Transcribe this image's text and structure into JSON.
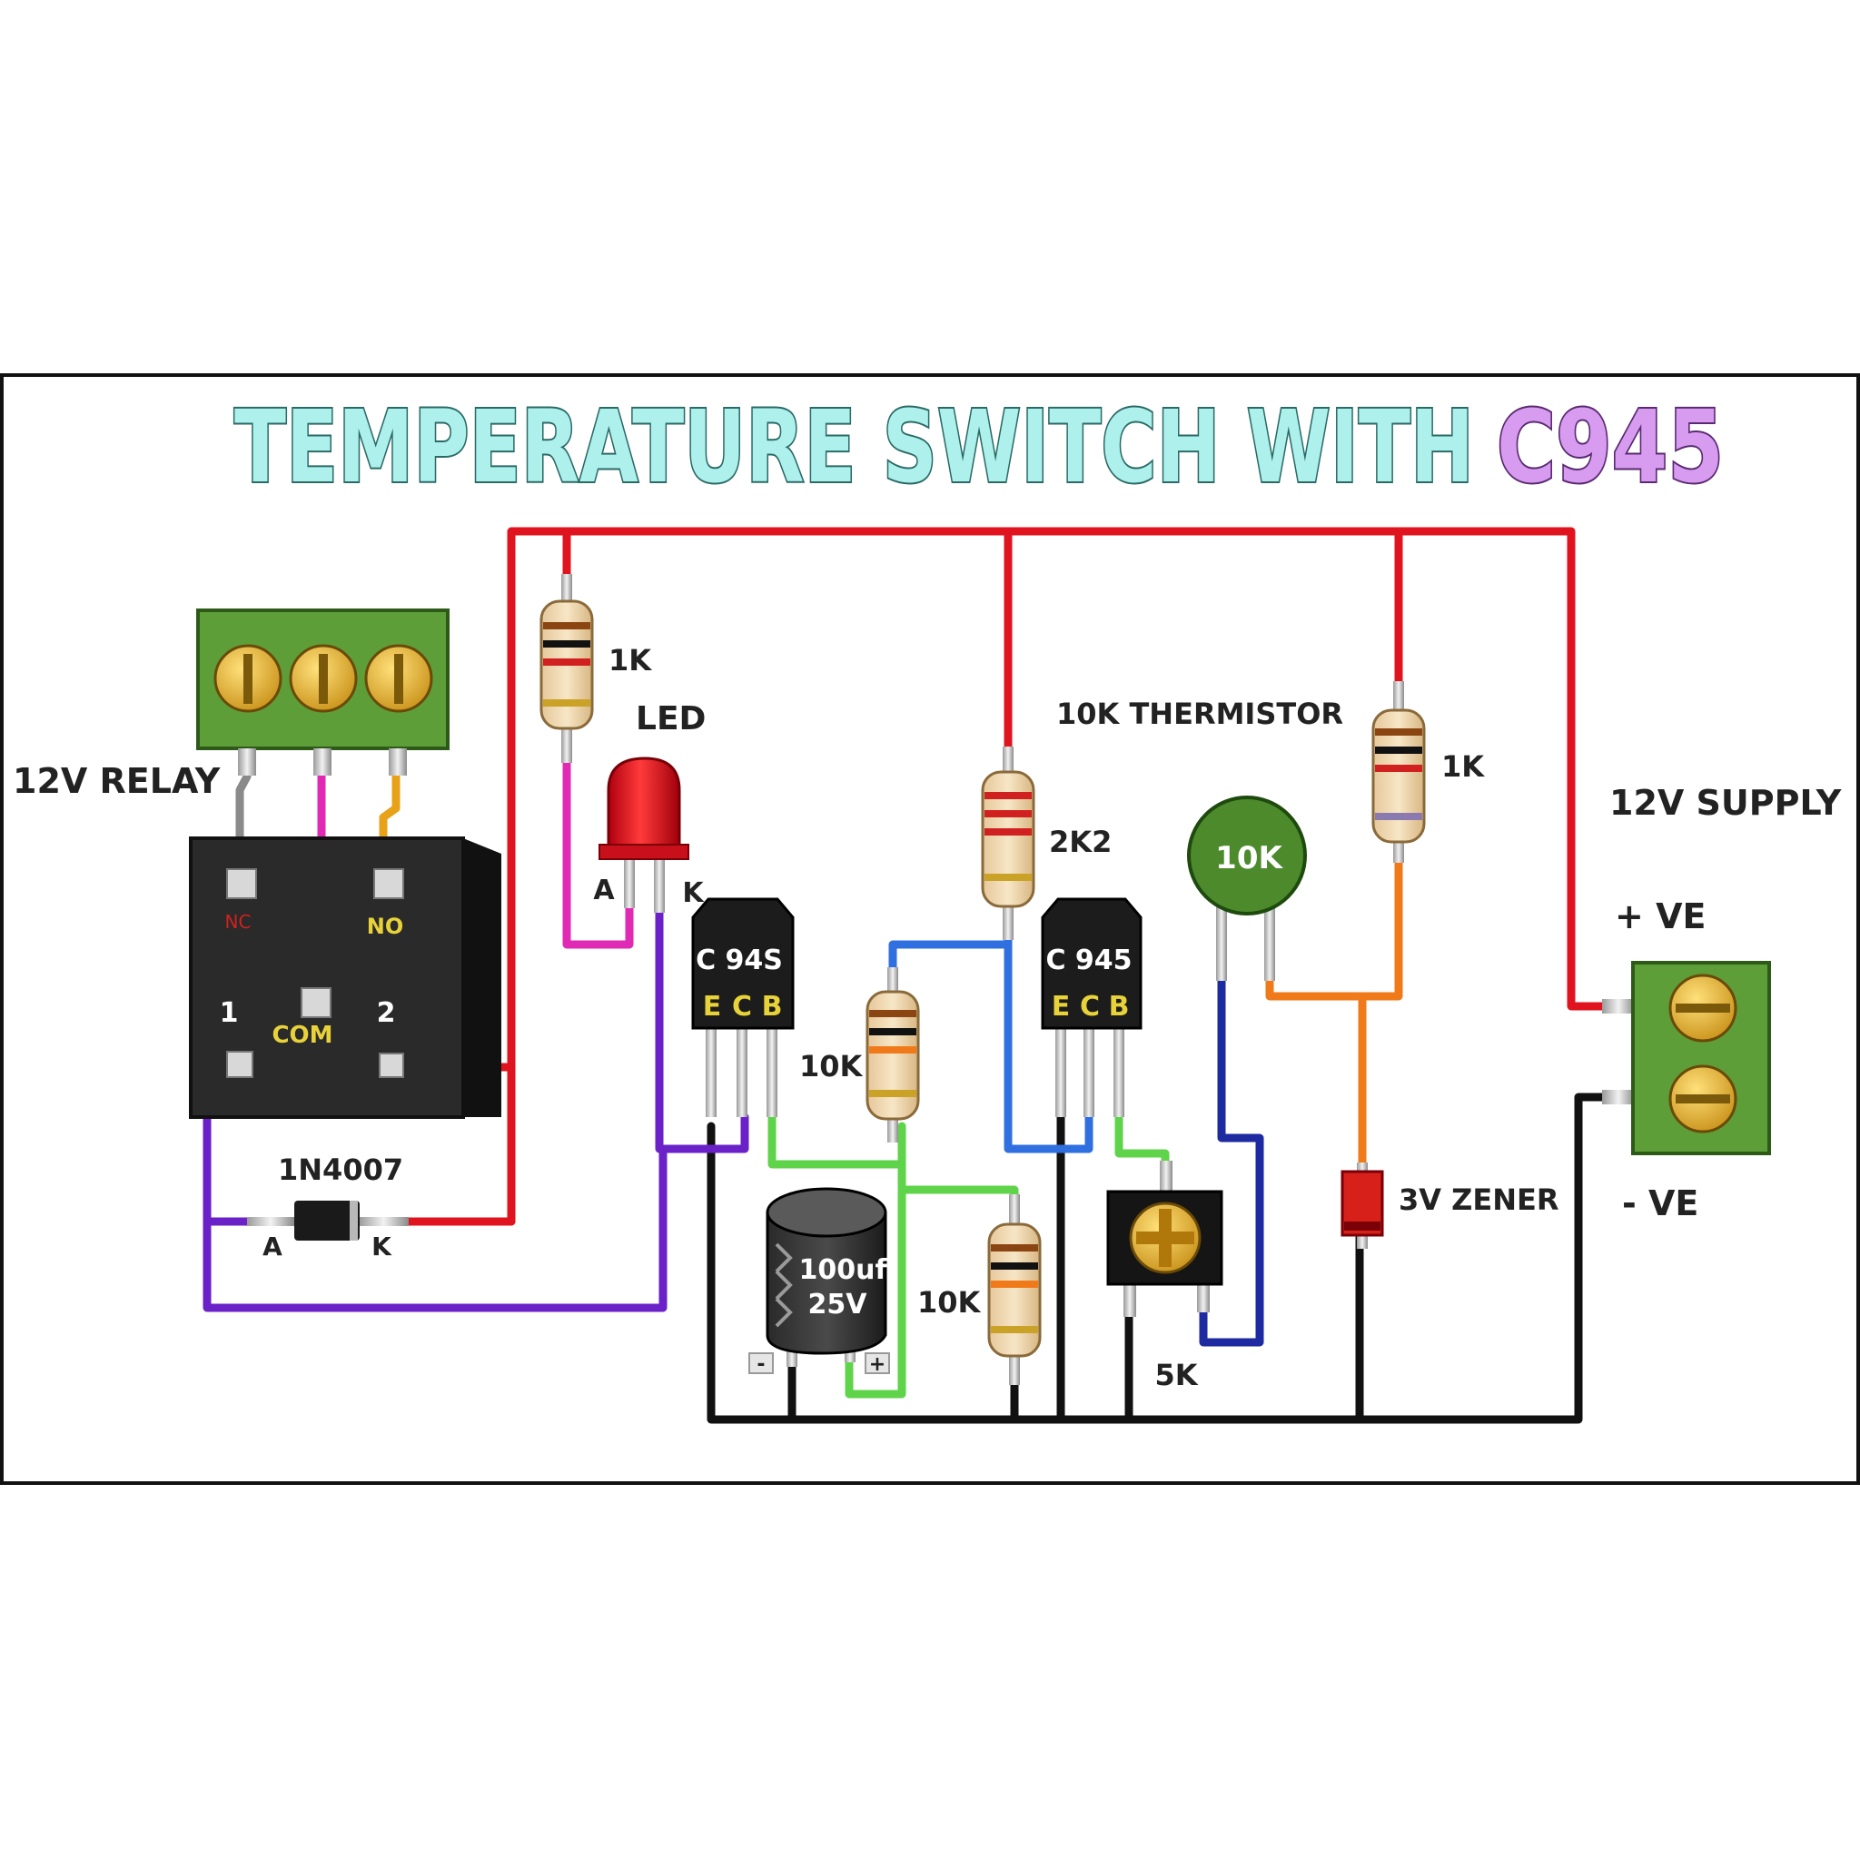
{
  "title": {
    "main": "TEMPERATURE SWITCH WITH",
    "highlight": "C945",
    "main_color": "#aef0ec",
    "highlight_color": "#d79bf0"
  },
  "labels": {
    "relay": "12V RELAY",
    "relay_nc": "NC",
    "relay_no": "NO",
    "relay_com": "COM",
    "relay_pin1": "1",
    "relay_pin2": "2",
    "diode": "1N4007",
    "diode_a": "A",
    "diode_k": "K",
    "r_led": "1K",
    "led": "LED",
    "led_a": "A",
    "led_k": "K",
    "q1_name": "C 94S",
    "q1_e": "E",
    "q1_c": "C",
    "q1_b": "B",
    "r_q1_base": "10K",
    "cap_value": "100uf",
    "cap_voltage": "25V",
    "cap_minus": "-",
    "cap_plus": "+",
    "r_bottom": "10K",
    "r_2k2": "2K2",
    "thermistor_title": "10K THERMISTOR",
    "q2_name": "C 945",
    "q2_e": "E",
    "q2_c": "C",
    "q2_b": "B",
    "thermistor_value": "10K",
    "pot": "5K",
    "r_zener": "1K",
    "zener": "3V ZENER",
    "supply": "12V SUPPLY",
    "pos": "+ VE",
    "neg": "- VE"
  },
  "colors": {
    "wire_red": "#e0141e",
    "wire_black": "#111111",
    "wire_purple": "#6a22c8",
    "wire_green": "#5fd34a",
    "wire_blue": "#2f6fe0",
    "wire_darkblue": "#1d2aa0",
    "wire_orange": "#f07a1a",
    "wire_pink": "#e02ab4",
    "wire_gray": "#8a8a8a",
    "wire_yellow": "#e8a21a",
    "terminal_green": "#5e9e38",
    "screw_gold": "#e8b82a",
    "relay_body": "#2a2a2a",
    "label_yellow": "#e8d23a"
  }
}
